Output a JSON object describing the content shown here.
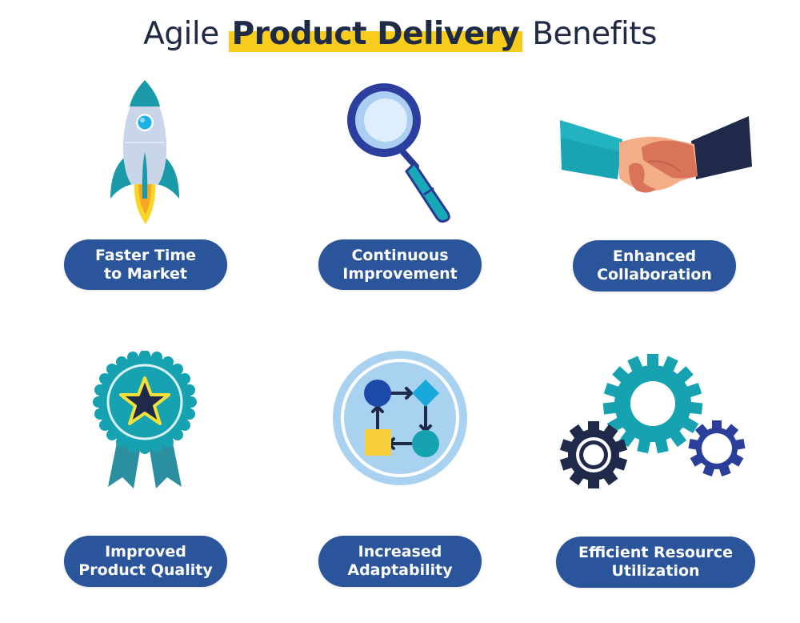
{
  "title": {
    "prefix": "Agile",
    "highlight": "Product Delivery",
    "suffix": "Benefits"
  },
  "colors": {
    "title_text": "#1f2a44",
    "highlight": "#f7cc1d",
    "pill_bg": "#2b559b",
    "pill_text": "#ffffff",
    "teal": "#17a2b1",
    "navy": "#1f2a4a",
    "royal_blue": "#2a3f9a"
  },
  "benefits": [
    {
      "icon": "rocket-icon",
      "line1": "Faster Time",
      "line2": "to Market"
    },
    {
      "icon": "magnifying-glass-icon",
      "line1": "Continuous",
      "line2": "Improvement"
    },
    {
      "icon": "handshake-icon",
      "line1": "Enhanced",
      "line2": "Collaboration"
    },
    {
      "icon": "award-ribbon-icon",
      "line1": "Improved",
      "line2": "Product Quality"
    },
    {
      "icon": "process-flow-icon",
      "line1": "Increased",
      "line2": "Adaptability"
    },
    {
      "icon": "gears-icon",
      "line1": "Efficient Resource",
      "line2": "Utilization"
    }
  ]
}
